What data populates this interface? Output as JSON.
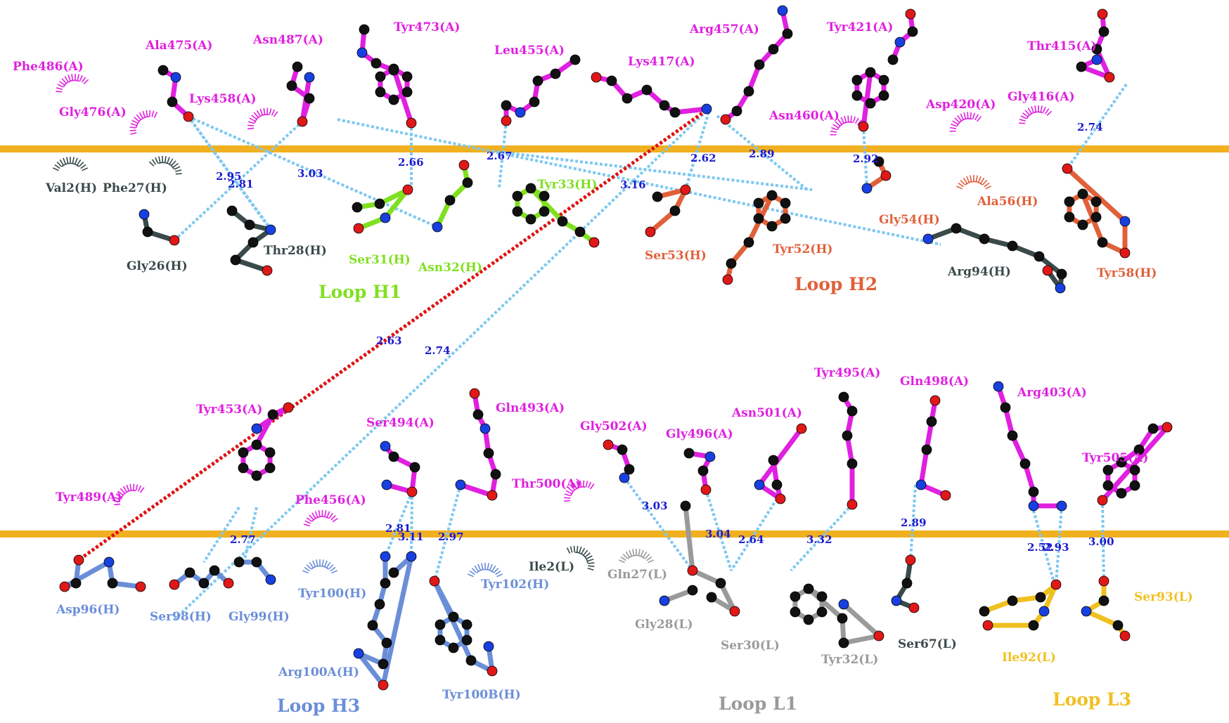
{
  "colors": {
    "receptor": "#e020e0",
    "receptor_label": "#e020e0",
    "h1": "#80e020",
    "h2": "#e0603a",
    "h3": "#6a8ed8",
    "l1": "#9a9a9a",
    "l3": "#f0c020",
    "dark": "#3a4a4a",
    "interface": "#f0b020",
    "hbond": "#7ec8f0",
    "hbond_text": "#1a1ad0",
    "saltbridge": "#e01010",
    "atom_c": "#111111",
    "atom_o": "#e01818",
    "atom_n": "#1840e0"
  },
  "loops": {
    "h1": "Loop H1",
    "h2": "Loop H2",
    "h3": "Loop H3",
    "l1": "Loop L1",
    "l3": "Loop L3"
  },
  "receptor_residues": [
    "Phe486(A)",
    "Ala475(A)",
    "Asn487(A)",
    "Tyr473(A)",
    "Leu455(A)",
    "Lys417(A)",
    "Arg457(A)",
    "Tyr421(A)",
    "Thr415(A)",
    "Gly476(A)",
    "Lys458(A)",
    "Asn460(A)",
    "Asp420(A)",
    "Gly416(A)",
    "Tyr453(A)",
    "Ser494(A)",
    "Gln493(A)",
    "Gly502(A)",
    "Gly496(A)",
    "Asn501(A)",
    "Tyr495(A)",
    "Gln498(A)",
    "Arg403(A)",
    "Tyr505(A)",
    "Tyr489(A)",
    "Phe456(A)",
    "Thr500(A)"
  ],
  "antibody_residues": [
    "Val2(H)",
    "Phe27(H)",
    "Gly26(H)",
    "Thr28(H)",
    "Ser31(H)",
    "Asn32(H)",
    "Tyr33(H)",
    "Ser53(H)",
    "Tyr52(H)",
    "Gly54(H)",
    "Ala56(H)",
    "Arg94(H)",
    "Tyr58(H)",
    "Asp96(H)",
    "Ser98(H)",
    "Gly99(H)",
    "Tyr100(H)",
    "Arg100A(H)",
    "Tyr102(H)",
    "Tyr100B(H)",
    "Ile2(L)",
    "Gln27(L)",
    "Gly28(L)",
    "Ser30(L)",
    "Tyr32(L)",
    "Ser67(L)",
    "Ile92(L)",
    "Ser93(L)"
  ],
  "hbond_distances": [
    "2.95",
    "2.81",
    "3.03",
    "2.66",
    "2.67",
    "3.16",
    "2.62",
    "2.89",
    "2.92",
    "2.74",
    "2.63",
    "2.74",
    "2.77",
    "2.81",
    "3.11",
    "2.97",
    "3.03",
    "3.04",
    "2.64",
    "3.32",
    "2.89",
    "2.52",
    "2.93",
    "3.00"
  ]
}
